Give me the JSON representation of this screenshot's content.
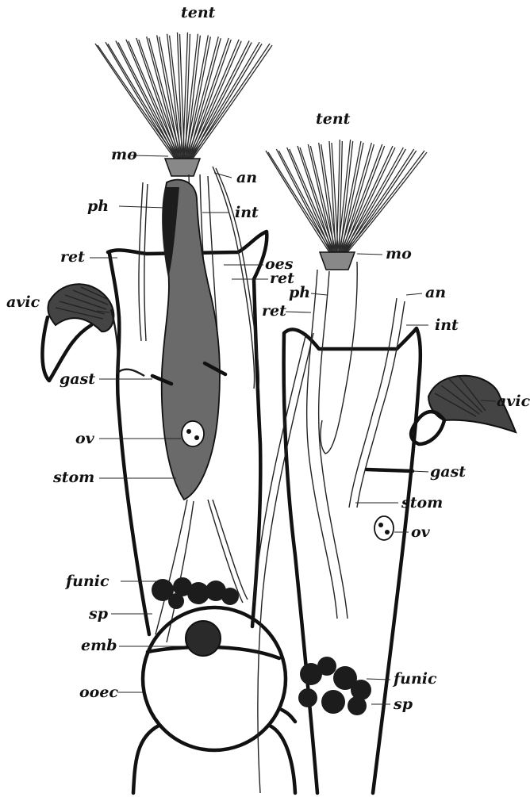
{
  "labels": {
    "tent_left": "tent",
    "tent_right": "tent",
    "mo_left": "mo",
    "an_left": "an",
    "ph_left": "ph",
    "int_left": "int",
    "ret_left": "ret",
    "oes": "oes",
    "ret_mid_1": "ret",
    "ph_mid": "ph",
    "ret_mid_2": "ret",
    "mo_right": "mo",
    "an_right": "an",
    "int_right": "int",
    "avic_left": "avic",
    "avic_right": "avic",
    "gast_left": "gast",
    "gast_right": "gast",
    "ov_left": "ov",
    "ov_right": "ov",
    "stom_left": "stom",
    "stom_right": "stom",
    "funic_left": "funic",
    "funic_right": "funic",
    "sp_left": "sp",
    "sp_right": "sp",
    "emb": "emb",
    "ooec": "ooec"
  }
}
